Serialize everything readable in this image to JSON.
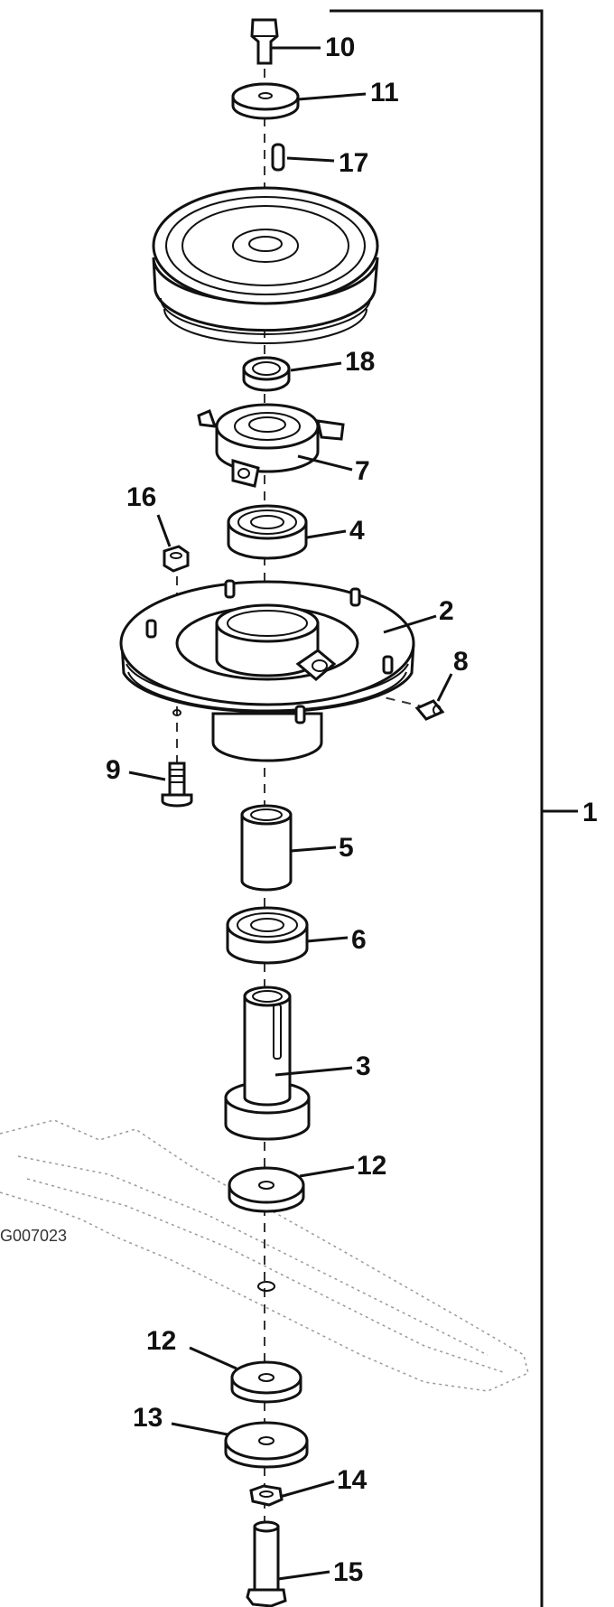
{
  "figure": {
    "reference_number": "G007023",
    "bracket_label": "1"
  },
  "callouts": [
    {
      "id": "10",
      "text": "10"
    },
    {
      "id": "11",
      "text": "11"
    },
    {
      "id": "17",
      "text": "17"
    },
    {
      "id": "18",
      "text": "18"
    },
    {
      "id": "7",
      "text": "7"
    },
    {
      "id": "16",
      "text": "16"
    },
    {
      "id": "4",
      "text": "4"
    },
    {
      "id": "2",
      "text": "2"
    },
    {
      "id": "8",
      "text": "8"
    },
    {
      "id": "9",
      "text": "9"
    },
    {
      "id": "5",
      "text": "5"
    },
    {
      "id": "6",
      "text": "6"
    },
    {
      "id": "3",
      "text": "3"
    },
    {
      "id": "12a",
      "text": "12"
    },
    {
      "id": "12b",
      "text": "12"
    },
    {
      "id": "13",
      "text": "13"
    },
    {
      "id": "14",
      "text": "14"
    },
    {
      "id": "15",
      "text": "15"
    }
  ]
}
